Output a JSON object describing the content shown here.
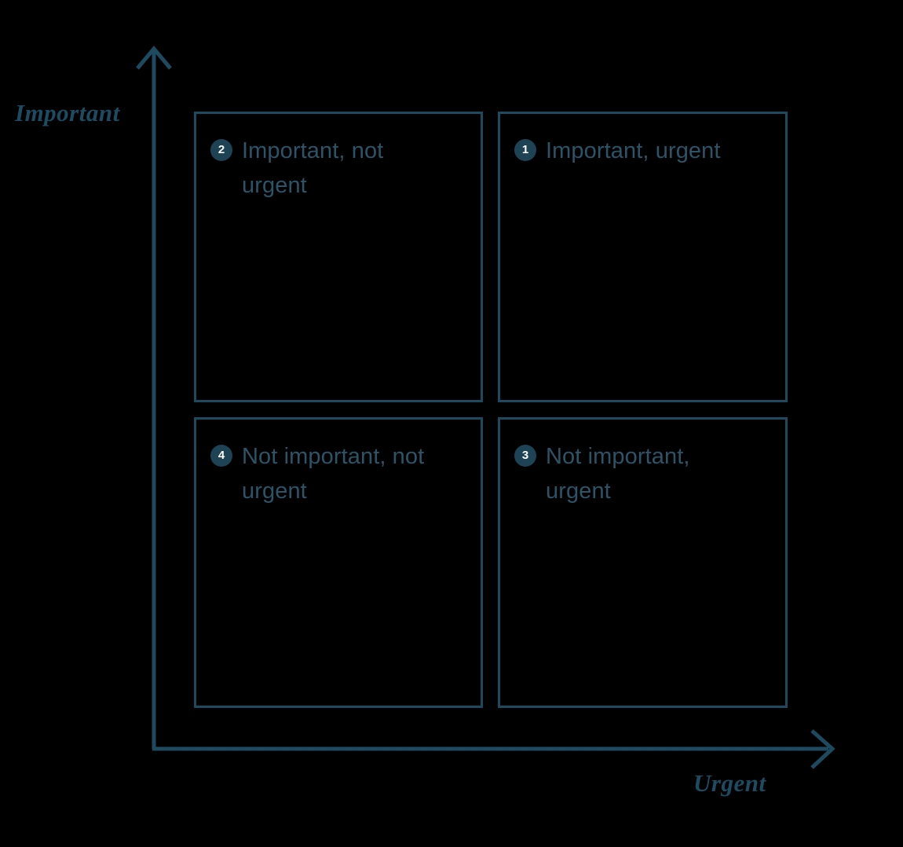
{
  "diagram": {
    "type": "eisenhower-matrix",
    "background_color": "#000000",
    "accent_color": "#1d4a5e",
    "text_color": "#2d5366",
    "badge_color": "#1d4355",
    "badge_text_color": "#ffffff"
  },
  "axes": {
    "y_label": "Important",
    "x_label": "Urgent"
  },
  "quadrants": [
    {
      "number": "1",
      "label": "Important, urgent"
    },
    {
      "number": "2",
      "label": "Important, not urgent"
    },
    {
      "number": "3",
      "label": "Not important, urgent"
    },
    {
      "number": "4",
      "label": "Not important, not urgent"
    }
  ]
}
